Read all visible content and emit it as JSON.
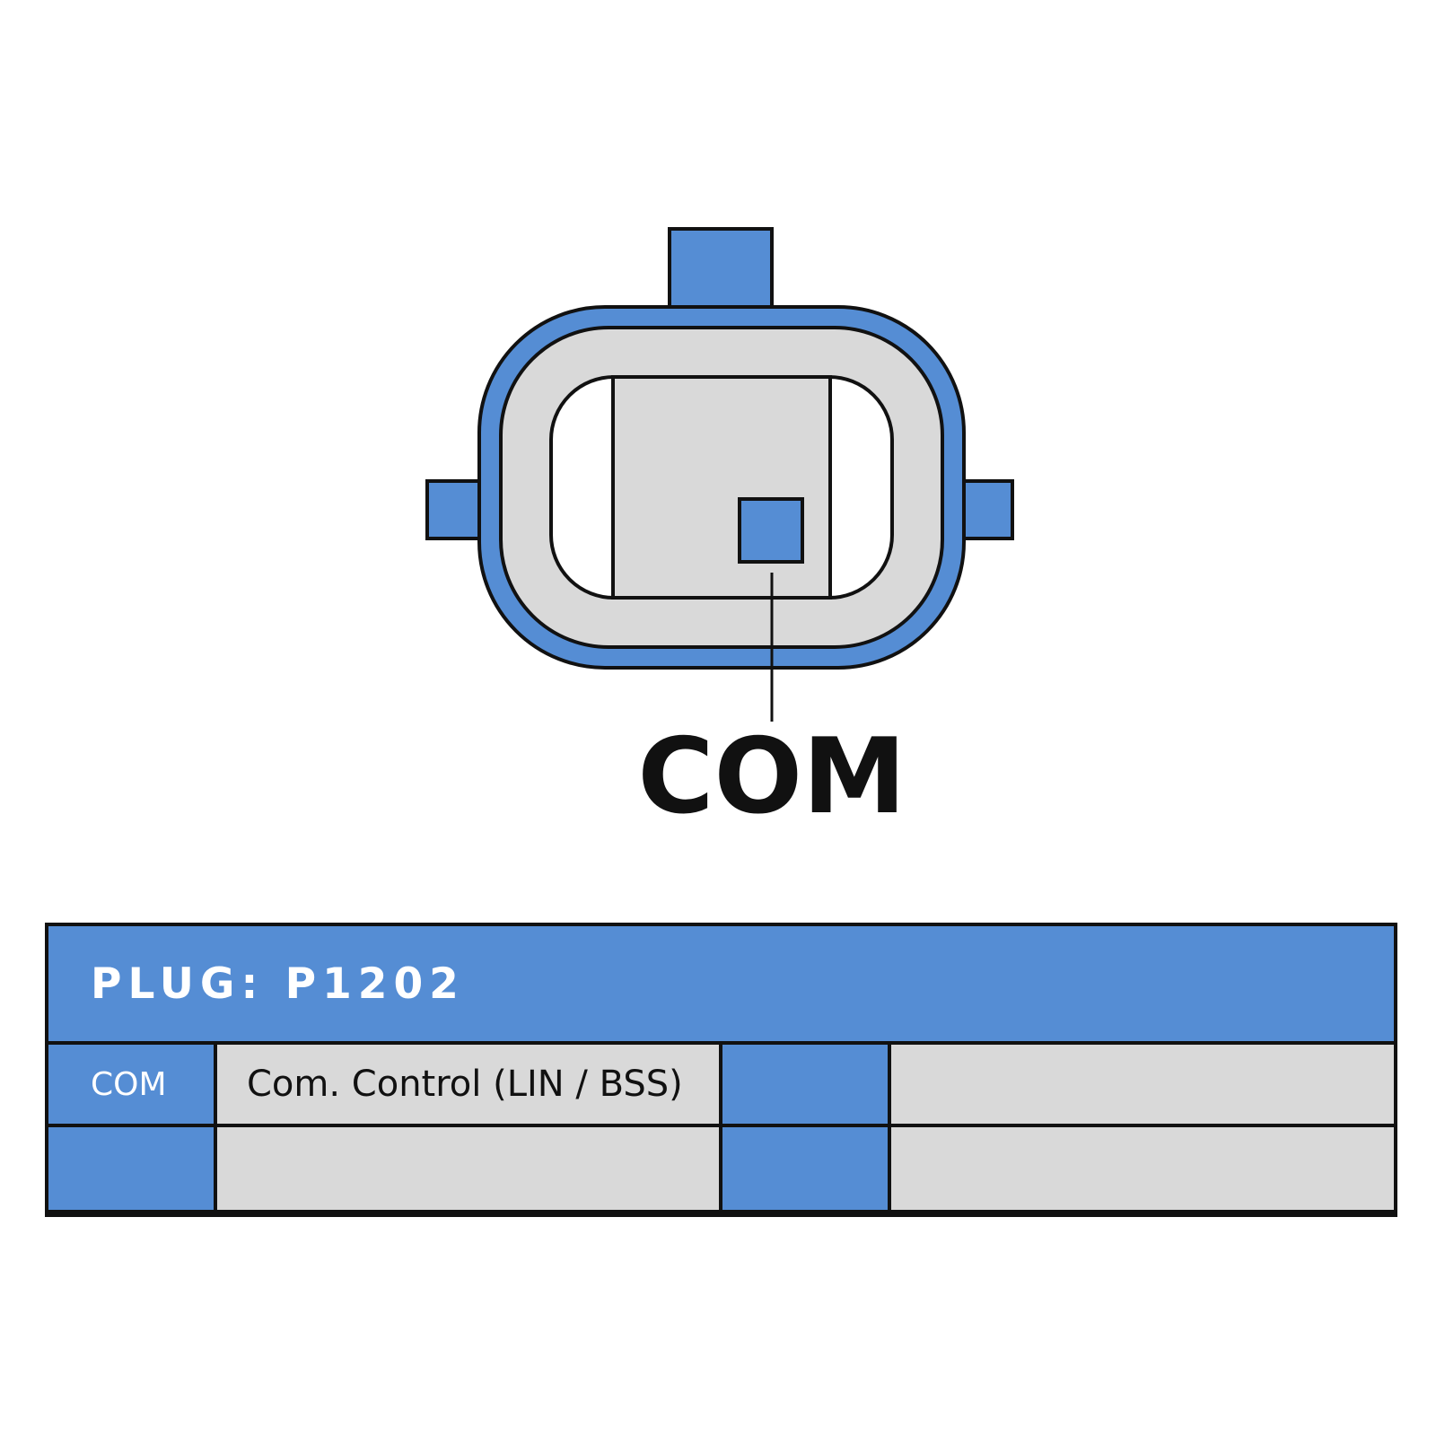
{
  "diagram": {
    "pin_label": "COM",
    "colors": {
      "connector_blue": "#558dd4",
      "housing_gray": "#d9d9d9",
      "outline": "#111111",
      "background": "#ffffff"
    }
  },
  "table": {
    "header": "PLUG: P1202",
    "rows": [
      {
        "pin1_code": "COM",
        "pin1_desc": "Com. Control (LIN / BSS)",
        "pin2_code": "",
        "pin2_desc": ""
      },
      {
        "pin1_code": "",
        "pin1_desc": "",
        "pin2_code": "",
        "pin2_desc": ""
      }
    ]
  }
}
